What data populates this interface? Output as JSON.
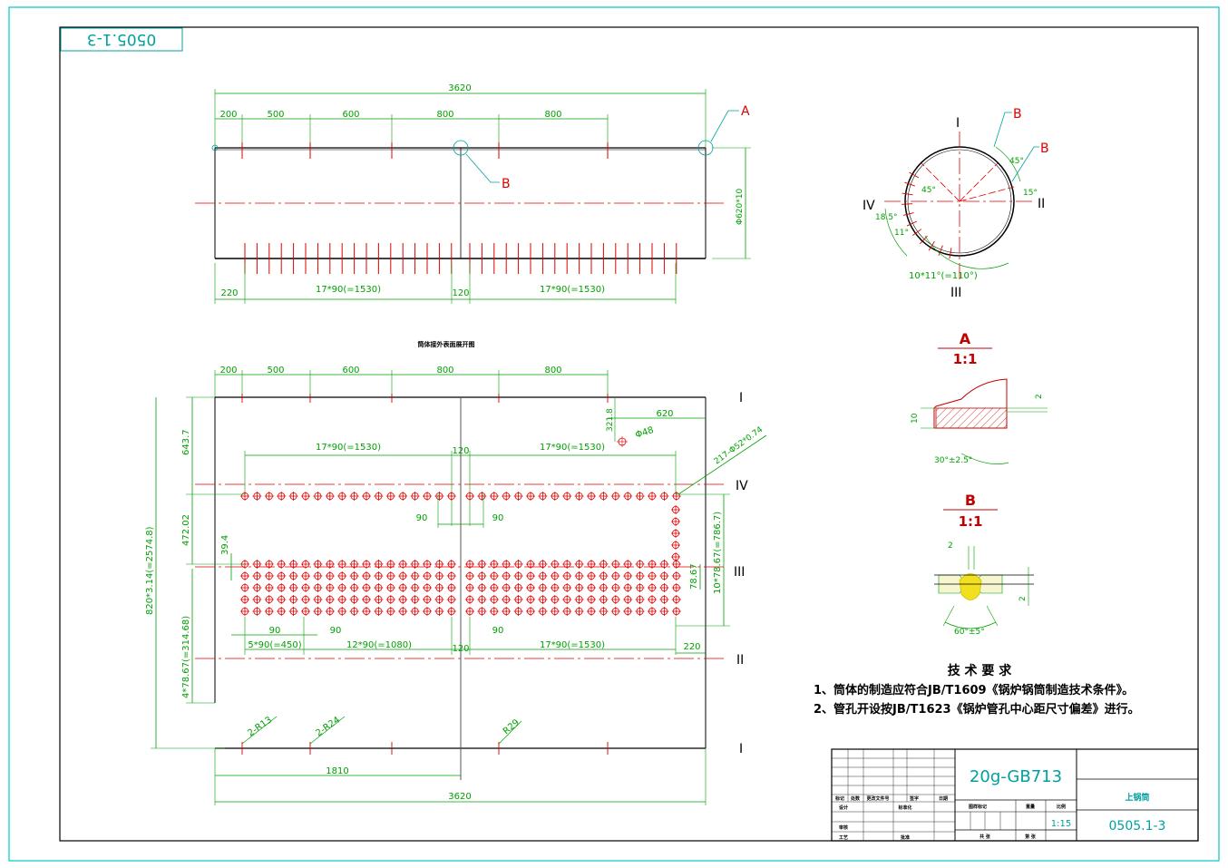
{
  "drawing": {
    "stamp_number_mirrored": "0505.1-3",
    "top_view": {
      "overall_length": "3620",
      "segments": [
        "200",
        "500",
        "600",
        "800",
        "800"
      ],
      "callout_a": "A",
      "callout_b": "B",
      "diameter": "Φ620*10",
      "bottom_dims": [
        "220",
        "17*90(=1530)",
        "120",
        "17*90(=1530)"
      ]
    },
    "development_title": "筒体接外表面展开图",
    "development": {
      "top_segments": [
        "200",
        "500",
        "600",
        "800",
        "800"
      ],
      "dim_620": "620",
      "dim_321_8": "321.8",
      "dim_phi48": "Φ48",
      "hole_callout": "217-Φ52*0.74",
      "top_row_dims": [
        "17*90(=1530)",
        "120",
        "17*90(=1530)"
      ],
      "pitch_90_a": "90",
      "pitch_90_b": "90",
      "left_dims": [
        "643.7",
        "472.02",
        "39.4",
        "820*3.14(=2574.8)",
        "4*78.67(=314.68)"
      ],
      "right_dims": [
        "78.67",
        "10*78.67(=786.7)"
      ],
      "bottom_pitch": [
        "90",
        "90",
        "90"
      ],
      "bottom_dims": [
        "5*90(=450)",
        "12*90(=1080)",
        "120",
        "17*90(=1530)",
        "220"
      ],
      "radii": [
        "2-R13",
        "2-R24",
        "R29"
      ],
      "dim_1810": "1810",
      "overall_length": "3620",
      "roman_labels": [
        "I",
        "IV",
        "III",
        "II",
        "I"
      ]
    },
    "section_view": {
      "roman": [
        "I",
        "II",
        "III",
        "IV"
      ],
      "callouts": [
        "B",
        "B"
      ],
      "angles": [
        "45°",
        "45°",
        "15°",
        "18.5°",
        "11°"
      ],
      "arc_dim": "10*11°(=110°)"
    },
    "detail_a": {
      "label": "A",
      "scale": "1:1",
      "dim_10": "10",
      "dim_2": "2",
      "bevel": "30°±2.5°"
    },
    "detail_b": {
      "label": "B",
      "scale": "1:1",
      "dim_2_top": "2",
      "dim_2_right": "2",
      "bevel": "60°±5°"
    },
    "tech_req": {
      "title": "技 术 要 求",
      "line1": "1、筒体的制造应符合JB/T1609《锅炉锅筒制造技术条件》。",
      "line2": "2、管孔开设按JB/T1623《锅炉管孔中心距尺寸偏差》进行。"
    },
    "title_block": {
      "material": "20g-GB713",
      "part_name": "上锅筒",
      "scale": "1:15",
      "drawing_number": "0505.1-3",
      "row_labels_left": [
        "标记",
        "处数",
        "更改文件号",
        "签字",
        "日期"
      ],
      "design": "设计",
      "standardize": "标准化",
      "check": "审核",
      "process": "工艺",
      "approve": "批准",
      "stage_mark": "图样标记",
      "weight": "重量",
      "ratio": "比例",
      "sheet_total": "共 张",
      "sheet_no": "第 张"
    },
    "colors": {
      "frame": "#00c8c8",
      "line": "#000000",
      "center": "#e00000",
      "dim": "#00a000",
      "title_text": "#00a0a0"
    }
  }
}
